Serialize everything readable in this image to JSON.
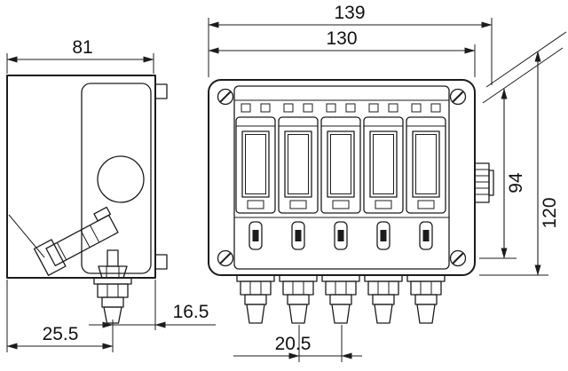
{
  "drawing": {
    "kind": "technical dimension drawing",
    "subject": "modular enclosure with 5 fuse modules, side view and front view",
    "background": "#ffffff",
    "line_color": "#1c1c1c",
    "dimensions": {
      "depth": "81",
      "total_width": "139",
      "housing_width": "130",
      "side_height": "94",
      "housing_height": "120",
      "gland_offset": "16.5",
      "gland_depth_offset": "25.5",
      "gland_pitch": "20.5"
    },
    "front_view": {
      "module_count": 5,
      "gland_count": 5,
      "corner_screw_count": 4
    },
    "side_view": {
      "gland_count": 1,
      "knockout_count": 1
    }
  }
}
